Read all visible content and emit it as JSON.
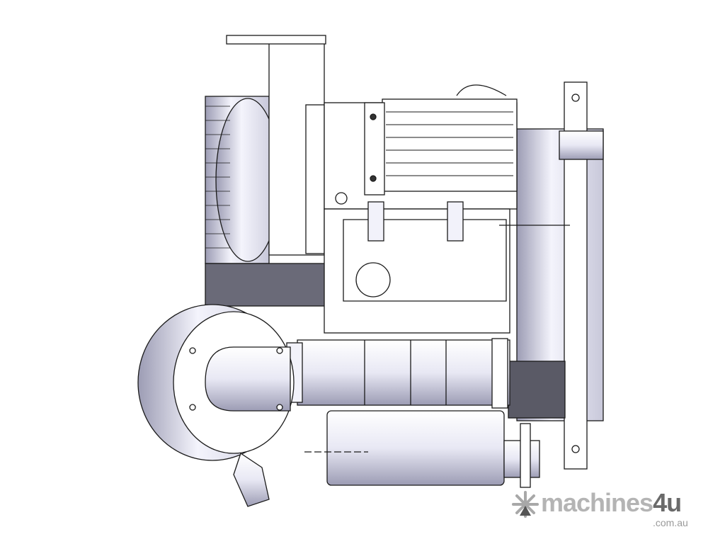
{
  "image": {
    "subject": "engine-cad-drawing",
    "colors": {
      "line": "#1a1a1a",
      "fill_light": "#f2f2fa",
      "fill_shade": "#b8b8cc",
      "dark": "#55555f"
    }
  },
  "watermark": {
    "brand_main": "machines",
    "brand_accent": "4u",
    "domain": ".com.au"
  }
}
